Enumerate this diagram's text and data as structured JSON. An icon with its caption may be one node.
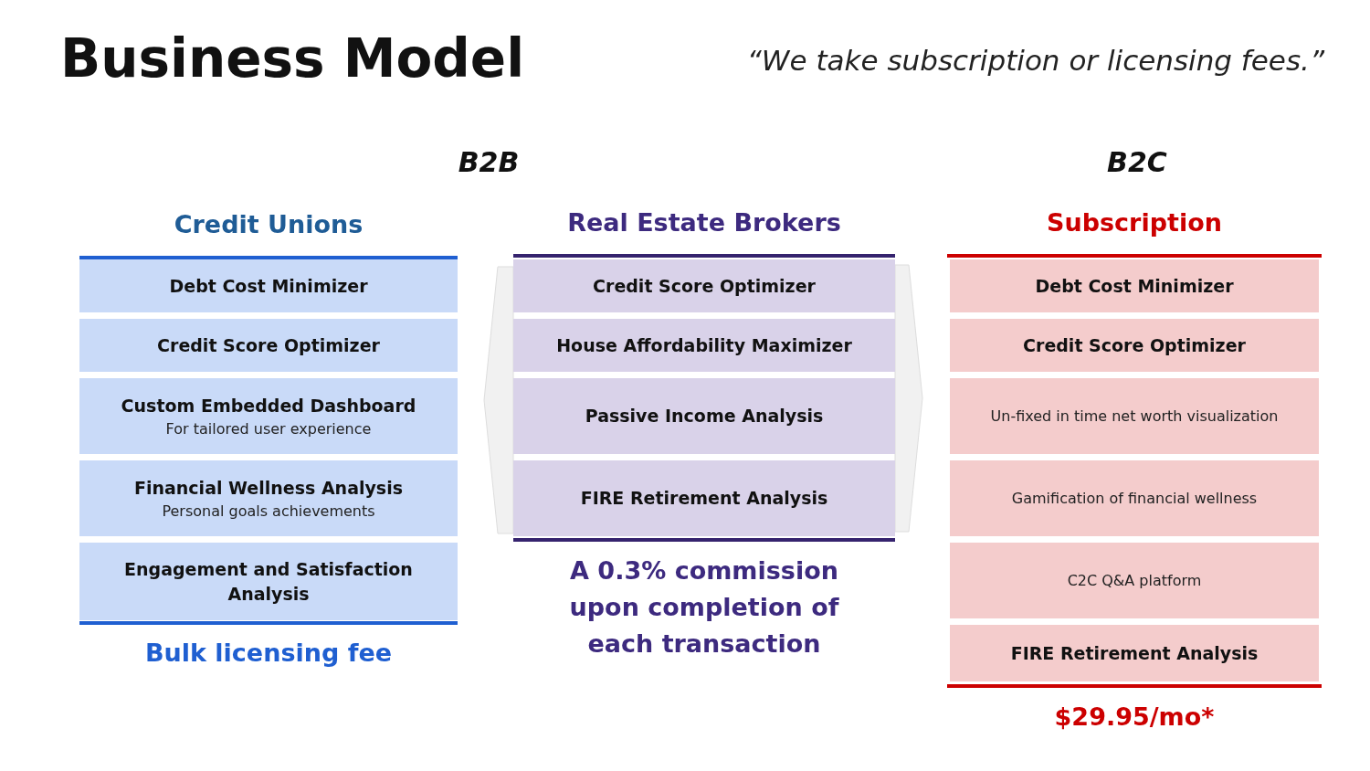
{
  "diagram": {
    "title": "Business Model",
    "nodes": [
      {
        "text": [
          "Credit Unions"
        ],
        "beside": [
          "Bulk licensing fee"
        ]
      },
      {
        "text": [
          "Debt Cost Minimizer"
        ],
        "in": 0
      },
      {
        "text": [
          "Credit Score Optimizer"
        ],
        "in": 0
      },
      {
        "text": [
          "Custom Embedded Dashboard",
          "For tailored user experience"
        ],
        "in": 0
      },
      {
        "text": [
          "Financial Wellness Analysis",
          "Personal goals achievements"
        ],
        "in": 0
      },
      {
        "text": [
          "Engagement and Satisfaction Analysis"
        ],
        "in": 0
      },
      {
        "text": [
          "Real Estate Brokers"
        ],
        "beside": [
          "A 0.3% commission upon completion of each transaction"
        ]
      },
      {
        "text": [
          "Credit Score Optimizer"
        ],
        "in": 6
      },
      {
        "text": [
          "House Affordability Maximizer"
        ],
        "in": 6
      },
      {
        "text": [
          "Passive Income Analysis"
        ],
        "in": 6
      },
      {
        "text": [
          "FIRE Retirement Analysis"
        ],
        "in": 6
      },
      {
        "text": [
          "Subscription"
        ],
        "beside": [
          "$29.95/mo*"
        ]
      },
      {
        "text": [
          "Debt Cost Minimizer"
        ],
        "in": 11
      },
      {
        "text": [
          "Credit Score Optimizer"
        ],
        "in": 11
      },
      {
        "text": [
          "Un-fixed in time net worth visualization"
        ],
        "in": 11
      },
      {
        "text": [
          "Gamification of financial wellness"
        ],
        "in": 11
      },
      {
        "text": [
          "C2C Q&A platform"
        ],
        "in": 11
      },
      {
        "text": [
          "FIRE Retirement Analysis"
        ],
        "in": 11
      },
      {
        "text": [],
        "shape": "chevron"
      },
      {
        "text": [],
        "shape": "chevron"
      }
    ],
    "edges": [],
    "labels": [
      "“We take subscription or licensing fees.”",
      "B2B",
      "B2C"
    ]
  }
}
